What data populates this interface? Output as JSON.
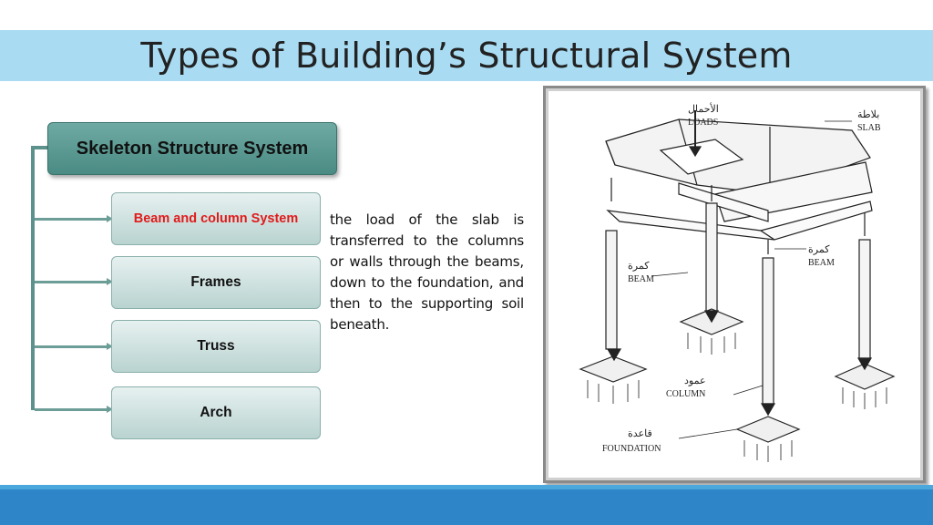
{
  "title": "Types of Building’s Structural System",
  "root": {
    "label": "Skeleton Structure System"
  },
  "children": [
    {
      "label": "Beam and column System",
      "highlighted": true,
      "color": "#e01b1b"
    },
    {
      "label": "Frames",
      "highlighted": false
    },
    {
      "label": "Truss",
      "highlighted": false
    },
    {
      "label": "Arch",
      "highlighted": false
    }
  ],
  "description": "the load of the slab is transferred to the columns or walls through the beams, down to the foundation, and then to the supporting soil beneath.",
  "figure": {
    "labels": {
      "loads_ar": "الأحمال",
      "loads": "LOADS",
      "slab_ar": "بلاطة",
      "slab": "SLAB",
      "beam_left_ar": "كمرة",
      "beam_left": "BEAM",
      "beam_right_ar": "كمرة",
      "beam_right": "BEAM",
      "column_ar": "عمود",
      "column": "COLUMN",
      "foundation_ar": "قاعدة",
      "foundation": "FOUNDATION"
    }
  },
  "colors": {
    "title_bar": "#a9dcf3",
    "bottom_bar": "#2e86c8",
    "root_box": "#5b9a93",
    "child_box": "#cfe3e1",
    "highlight_text": "#e01b1b"
  }
}
